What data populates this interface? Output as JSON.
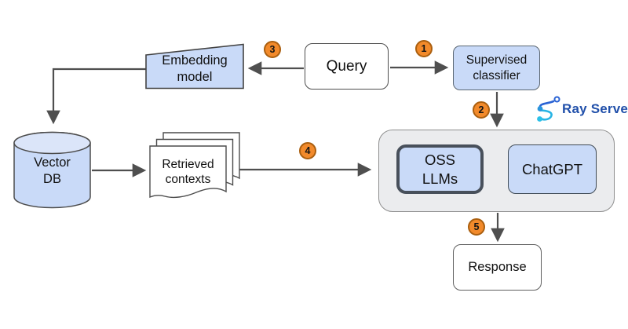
{
  "nodes": {
    "query": {
      "label": "Query"
    },
    "supervised_classifier": {
      "line1": "Supervised",
      "line2": "classifier"
    },
    "embedding_model": {
      "line1": "Embedding",
      "line2": "model"
    },
    "vector_db": {
      "line1": "Vector",
      "line2": "DB"
    },
    "retrieved_contexts": {
      "line1": "Retrieved",
      "line2": "contexts"
    },
    "oss_llms": {
      "line1": "OSS",
      "line2": "LLMs"
    },
    "chatgpt": {
      "label": "ChatGPT"
    },
    "response": {
      "label": "Response"
    }
  },
  "step_badges": [
    "1",
    "2",
    "3",
    "4",
    "5"
  ],
  "branding": {
    "name": "Ray Serve"
  },
  "colors": {
    "node_fill_blue": "#c9daf8",
    "node_fill_white": "#ffffff",
    "serving_container_fill": "#ebecee",
    "arrow": "#4f4f4f",
    "badge_fill": "#f28a2b",
    "badge_border": "#aa5f0f",
    "ray_text_blue": "#2150aa",
    "ray_logo_blue": "#2a63d4",
    "ray_logo_cyan": "#28b4e4"
  }
}
